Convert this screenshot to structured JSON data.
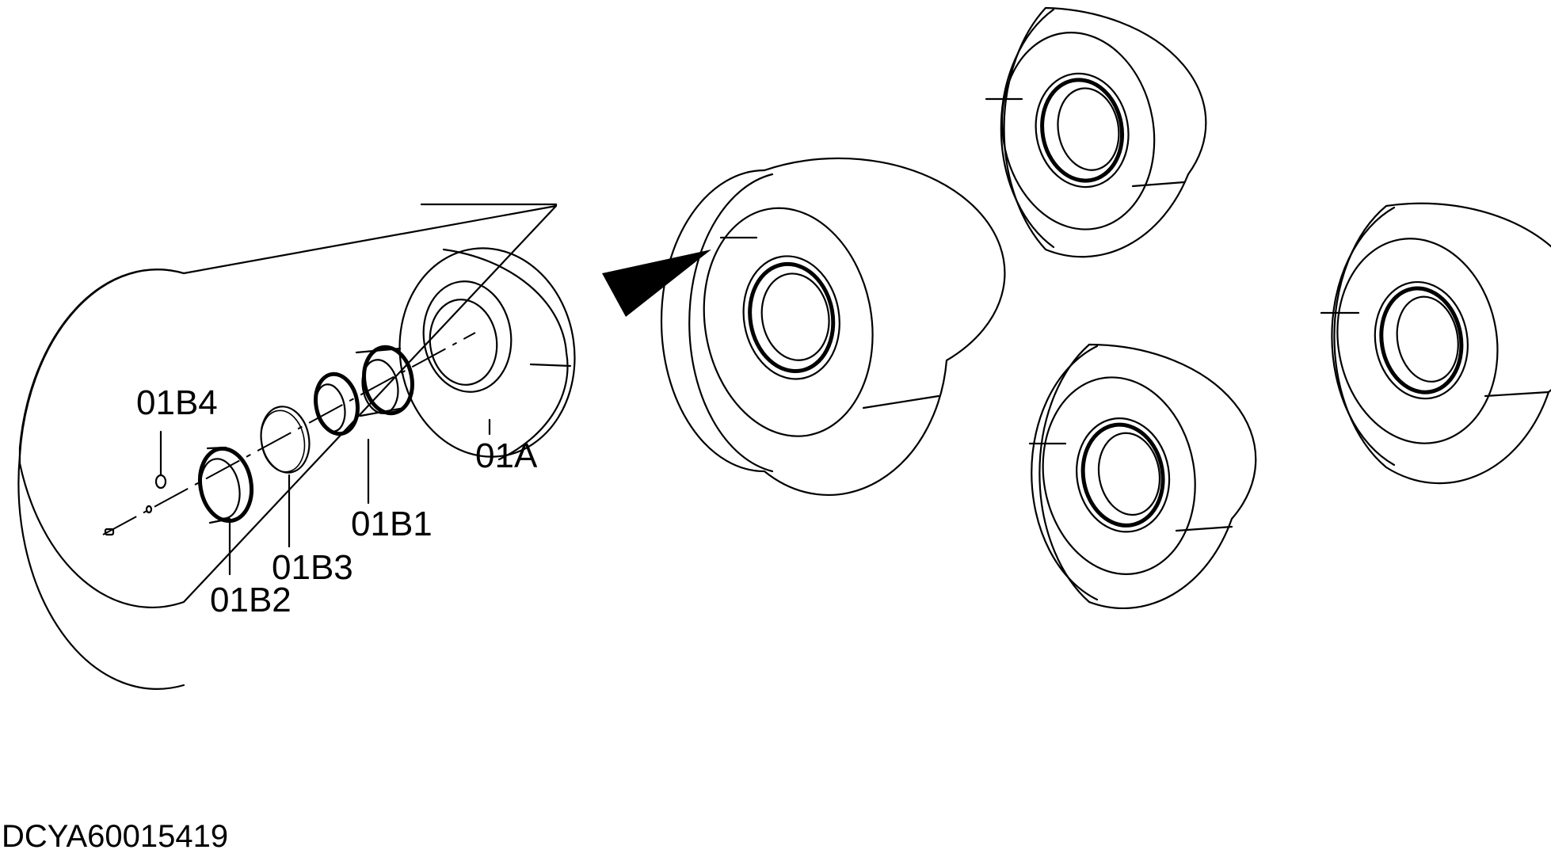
{
  "labels": {
    "part_01A": "01A",
    "part_01B1": "01B1",
    "part_01B2": "01B2",
    "part_01B3": "01B3",
    "part_01B4": "01B4"
  },
  "drawing_code": "DCYA60015419",
  "colors": {
    "line": "#000000",
    "background": "#ffffff",
    "pointer": "#000000"
  }
}
